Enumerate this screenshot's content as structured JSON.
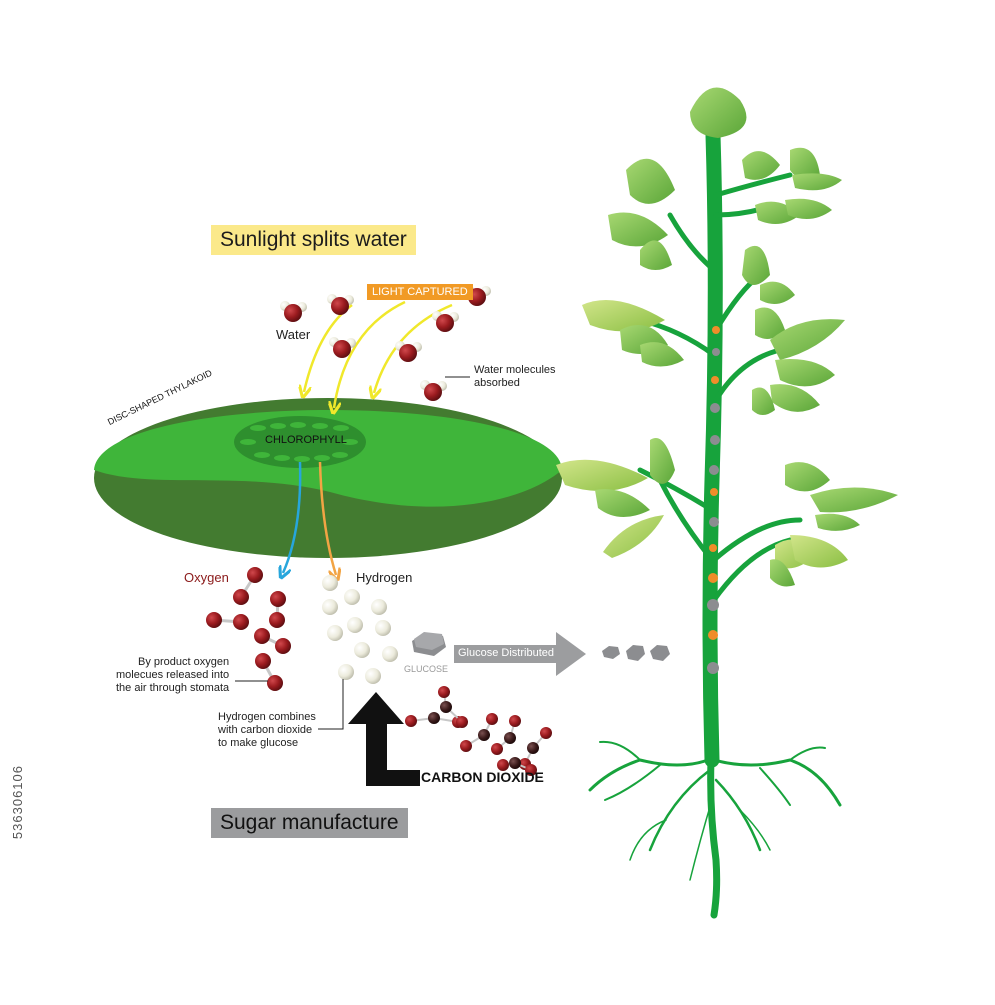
{
  "labels": {
    "title_top": "Sunlight splits water",
    "title_bottom": "Sugar manufacture",
    "light_captured": "LIGHT CAPTURED",
    "water": "Water",
    "water_absorbed": [
      "Water molecules",
      "absorbed"
    ],
    "thylakoid": "DISC-SHAPED THYLAKOID",
    "chlorophyll": "CHLOROPHYLL",
    "oxygen": "Oxygen",
    "hydrogen": "Hydrogen",
    "byproduct": [
      "By product oxygen",
      "molecues released into",
      "the air through stomata"
    ],
    "hydrogen_combines": [
      "Hydrogen combines",
      "with carbon dioxide",
      "to make glucose"
    ],
    "glucose": "GLUCOSE",
    "glucose_distributed": "Glucose Distributed",
    "carbon_dioxide": "CARBON DIOXIDE",
    "stock_id": "536306106"
  },
  "colors": {
    "title_top_bg": "#fbe98a",
    "title_bottom_bg": "#9b9c9e",
    "light_captured_bg": "#f19a25",
    "oxygen_text": "#8b1a1a",
    "thylakoid_top": "#3db339",
    "thylakoid_bottom": "#3f7a2e",
    "stem": "#17a33c",
    "leaf": "#8bc34a",
    "molecule_red": "#9b1b1f",
    "hydrogen_white": "#ececdc",
    "glucose_grey": "#8c8d90"
  }
}
